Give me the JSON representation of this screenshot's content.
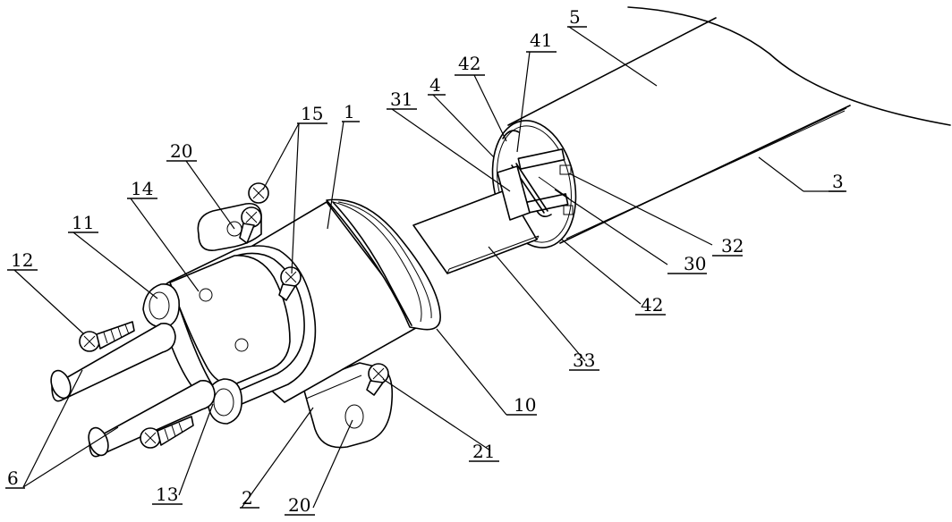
{
  "labels": {
    "l1": "1",
    "l2": "2",
    "l3": "3",
    "l4": "4",
    "l5": "5",
    "l6": "6",
    "l10": "10",
    "l11": "11",
    "l12": "12",
    "l13": "13",
    "l14": "14",
    "l15": "15",
    "l20a": "20",
    "l20b": "20",
    "l21": "21",
    "l30": "30",
    "l31": "31",
    "l32": "32",
    "l33": "33",
    "l41": "41",
    "l42a": "42",
    "l42b": "42"
  }
}
